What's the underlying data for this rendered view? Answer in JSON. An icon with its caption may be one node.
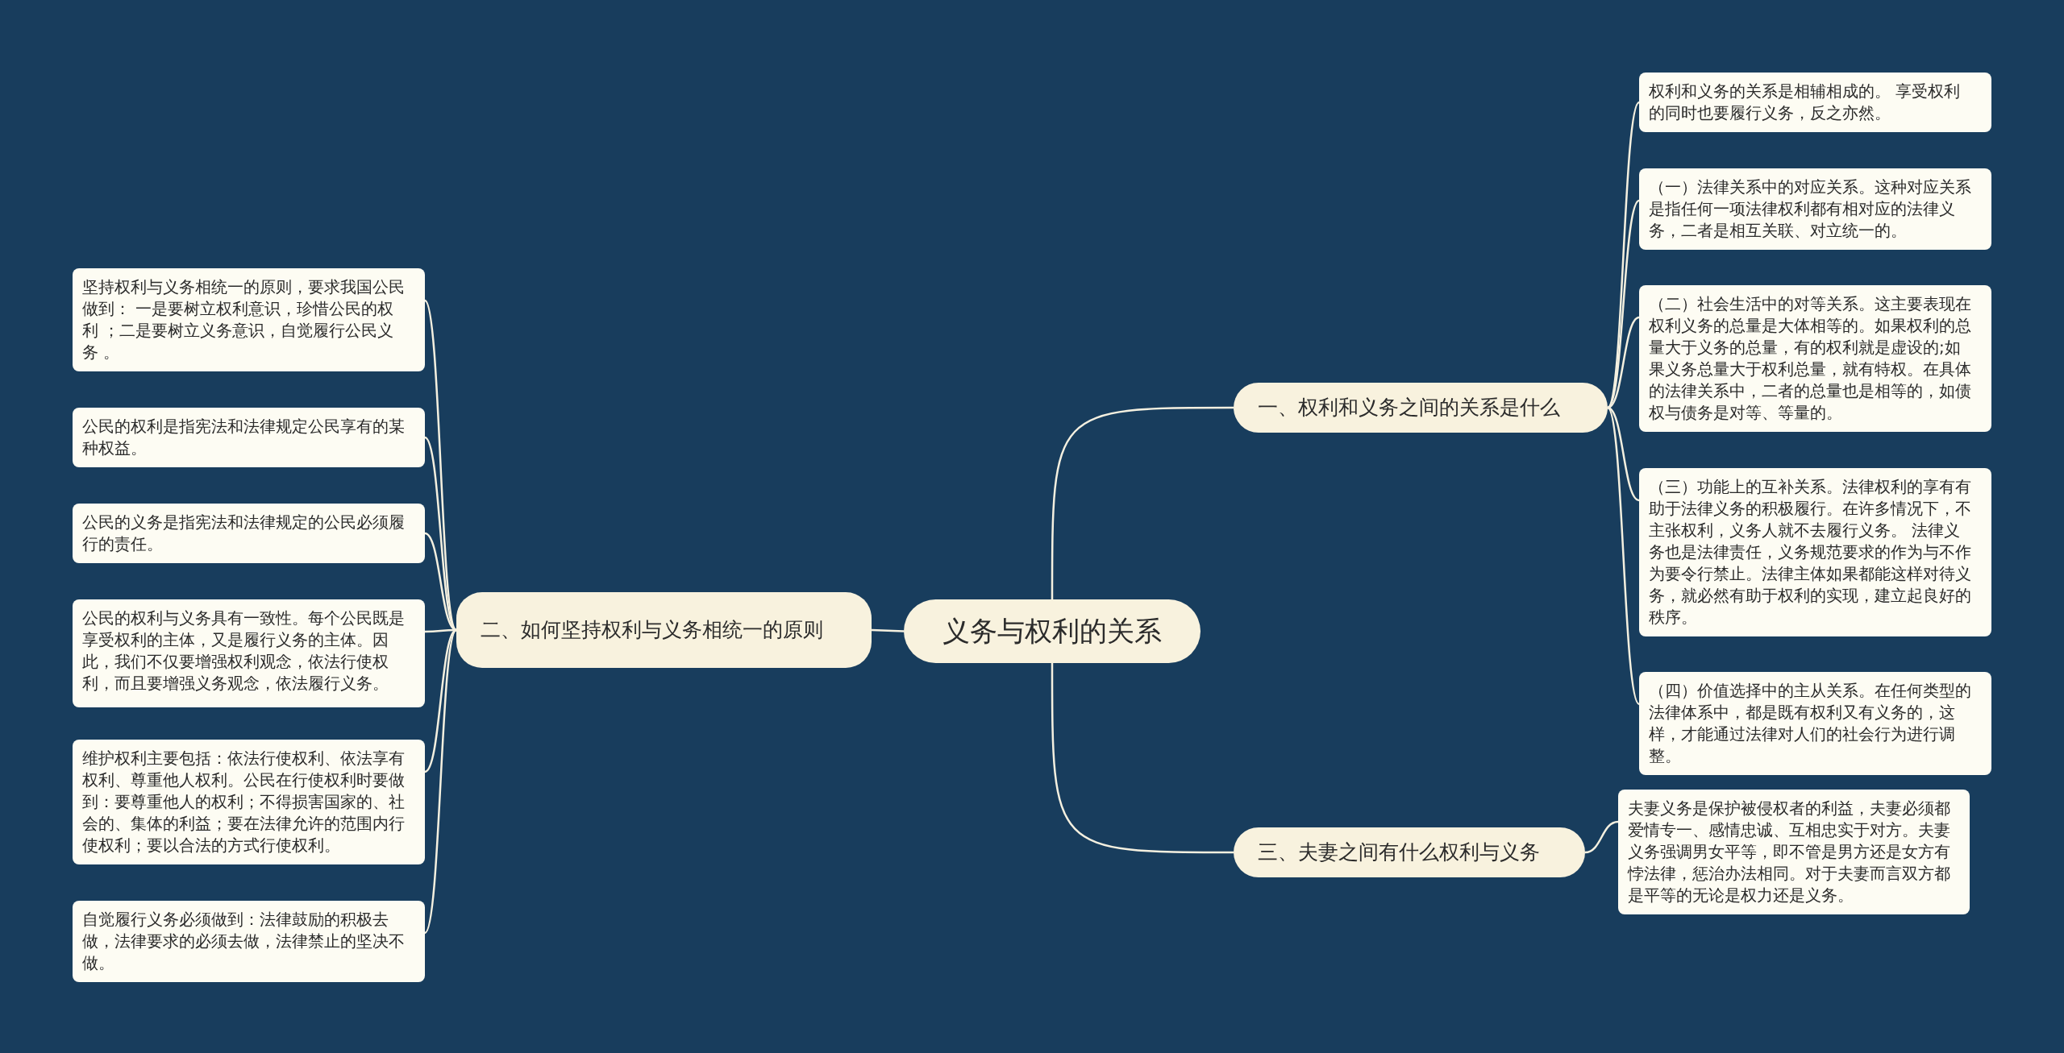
{
  "diagram": {
    "nodes": [
      {
        "text": [
          "义务与权利的关系"
        ]
      },
      {
        "text": [
          "一、权利和义务之间的关系是什么"
        ]
      },
      {
        "text": [
          "权利和义务的关系是相辅相成的。 享受权利的同时也要履行义务，反之亦然。"
        ]
      },
      {
        "text": [
          "（一）法律关系中的对应关系。这种对应关系是指任何一项法律权利都有相对应的法律义务，二者是相互关联、对立统一的。"
        ]
      },
      {
        "text": [
          "（二）社会生活中的对等关系。这主要表现在权利义务的总量是大体相等的。如果权利的总量大于义务的总量，有的权利就是虚设的;如果义务总量大于权利总量，就有特权。在具体的法律关系中，二者的总量也是相等的，如债权与债务是对等、等量的。"
        ]
      },
      {
        "text": [
          "（三）功能上的互补关系。法律权利的享有有助于法律义务的积极履行。在许多情况下，不主张权利，义务人就不去履行义务。 法律义务也是法律责任，义务规范要求的作为与不作为要令行禁止。法律主体如果都能这样对待义务，就必然有助于权利的实现，建立起良好的秩序。"
        ]
      },
      {
        "text": [
          "（四）价值选择中的主从关系。在任何类型的法律体系中，都是既有权利又有义务的，这样，才能通过法律对人们的社会行为进行调整。"
        ]
      },
      {
        "text": [
          "二、如何坚持权利与义务相统一的原则"
        ]
      },
      {
        "text": [
          "坚持权利与义务相统一的原则，要求我国公民做到： 一是要树立权利意识，珍惜公民的权利 ；二是要树立义务意识，自觉履行公民义务 。"
        ]
      },
      {
        "text": [
          "公民的权利是指宪法和法律规定公民享有的某种权益。"
        ]
      },
      {
        "text": [
          "公民的义务是指宪法和法律规定的公民必须履行的责任。"
        ]
      },
      {
        "text": [
          "公民的权利与义务具有一致性。每个公民既是享受权利的主体，又是履行义务的主体。因此，我们不仅要增强权利观念，依法行使权利，而且要增强义务观念，依法履行义务。"
        ]
      },
      {
        "text": [
          "维护权利主要包括：依法行使权利、依法享有权利、尊重他人权利。公民在行使权利时要做到：要尊重他人的权利；不得损害国家的、社会的、集体的利益；要在法律允许的范围内行使权利；要以合法的方式行使权利。"
        ]
      },
      {
        "text": [
          "自觉履行义务必须做到：法律鼓励的积极去做，法律要求的必须去做，法律禁止的坚决不做。"
        ]
      },
      {
        "text": [
          "三、夫妻之间有什么权利与义务"
        ]
      },
      {
        "text": [
          "夫妻义务是保护被侵权者的利益，夫妻必须都爱情专一、感情忠诚、互相忠实于对方。夫妻义务强调男女平等，即不管是男方还是女方有悖法律，惩治办法相同。对于夫妻而言双方都是平等的无论是权力还是义务。"
        ]
      }
    ],
    "edges": [
      {
        "from": 0,
        "to": 1,
        "arrow": "none"
      },
      {
        "from": 1,
        "to": 2,
        "arrow": "none"
      },
      {
        "from": 1,
        "to": 3,
        "arrow": "none"
      },
      {
        "from": 1,
        "to": 4,
        "arrow": "none"
      },
      {
        "from": 1,
        "to": 5,
        "arrow": "none"
      },
      {
        "from": 1,
        "to": 6,
        "arrow": "none"
      },
      {
        "from": 0,
        "to": 7,
        "arrow": "none"
      },
      {
        "from": 7,
        "to": 8,
        "arrow": "none"
      },
      {
        "from": 7,
        "to": 9,
        "arrow": "none"
      },
      {
        "from": 7,
        "to": 10,
        "arrow": "none"
      },
      {
        "from": 7,
        "to": 11,
        "arrow": "none"
      },
      {
        "from": 7,
        "to": 12,
        "arrow": "none"
      },
      {
        "from": 7,
        "to": 13,
        "arrow": "none"
      },
      {
        "from": 0,
        "to": 14,
        "arrow": "none"
      },
      {
        "from": 14,
        "to": 15,
        "arrow": "none"
      }
    ]
  }
}
